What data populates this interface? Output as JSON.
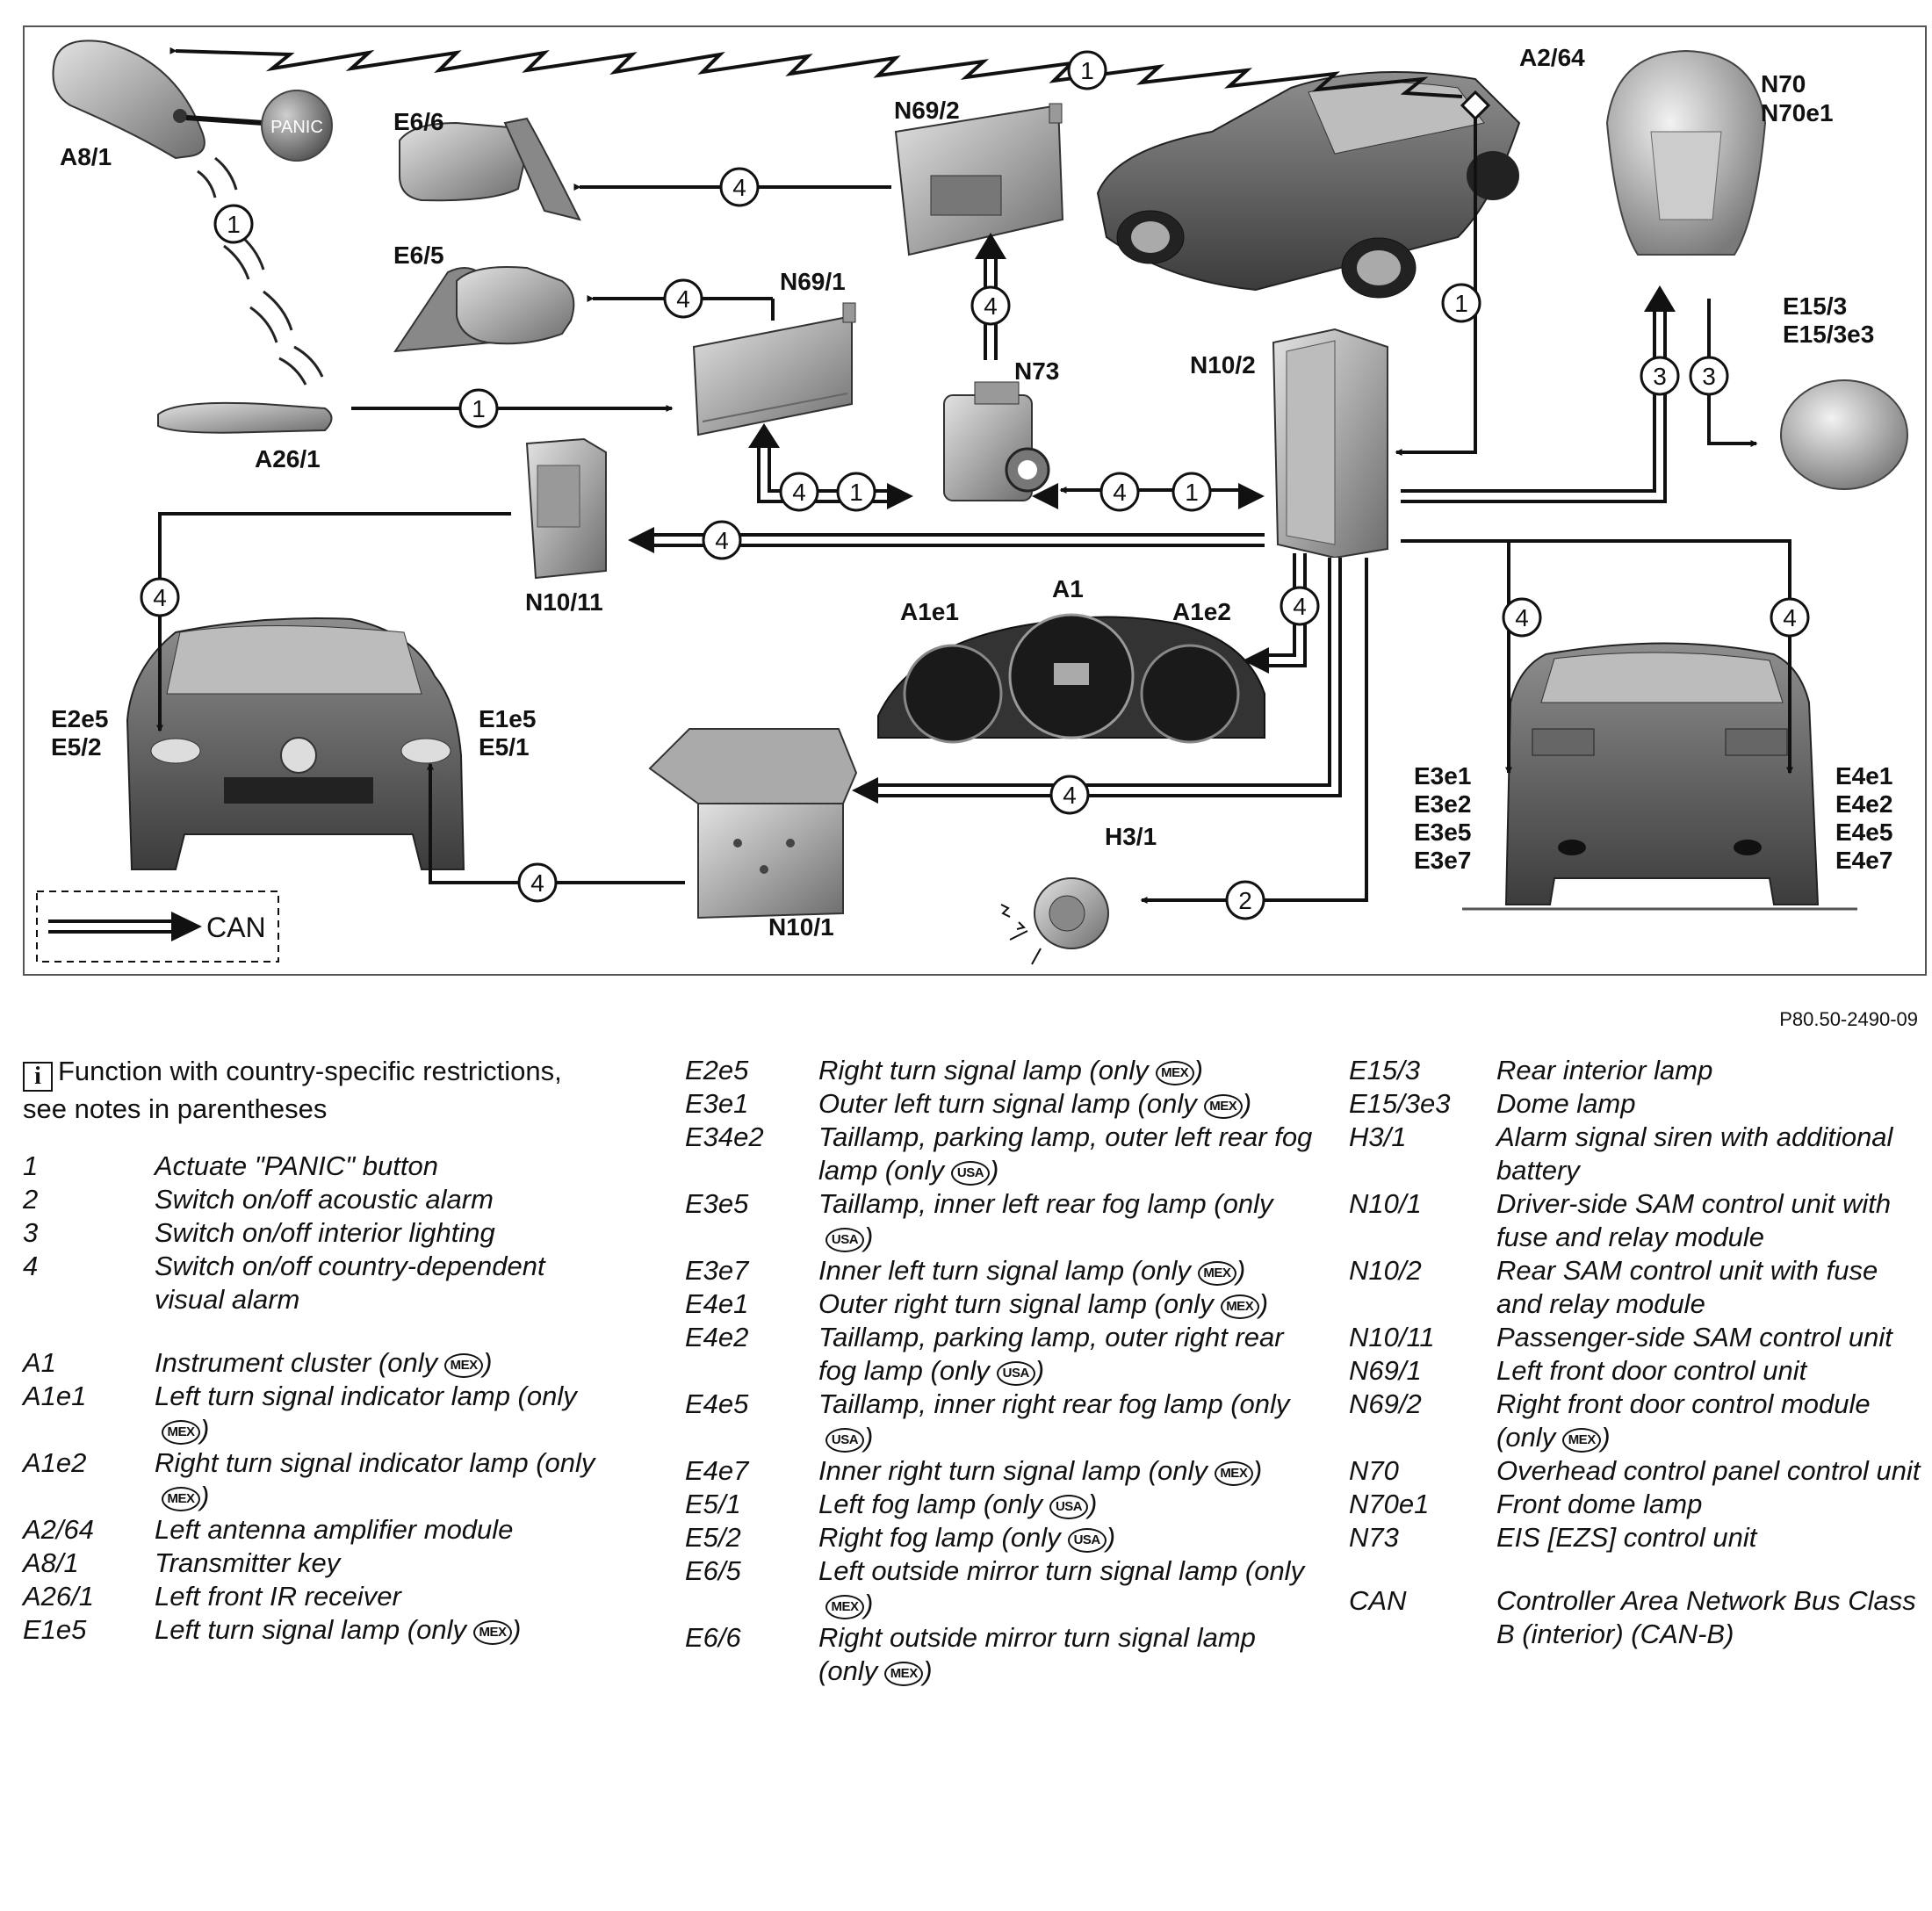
{
  "figure_id": "P80.50-2490-09",
  "labels": {
    "a8_1": "A8/1",
    "panic": "PANIC",
    "e6_6": "E6/6",
    "e6_5": "E6/5",
    "n69_2": "N69/2",
    "n69_1": "N69/1",
    "a2_64": "A2/64",
    "n70": "N70",
    "n70e1": "N70e1",
    "e15_3": "E15/3",
    "e15_3e3": "E15/3e3",
    "n73": "N73",
    "n10_2": "N10/2",
    "a26_1": "A26/1",
    "n10_11": "N10/11",
    "a1": "A1",
    "a1e1": "A1e1",
    "a1e2": "A1e2",
    "e2e5": "E2e5",
    "e5_2": "E5/2",
    "e1e5": "E1e5",
    "e5_1": "E5/1",
    "e3e1": "E3e1",
    "e3e2": "E3e2",
    "e3e5": "E3e5",
    "e3e7": "E3e7",
    "e4e1": "E4e1",
    "e4e2": "E4e2",
    "e4e5": "E4e5",
    "e4e7": "E4e7",
    "h3_1": "H3/1",
    "n10_1": "N10/1",
    "can": "CAN"
  },
  "markers": {
    "one": "1",
    "two": "2",
    "three": "3",
    "four": "4"
  },
  "legend": {
    "info": "Function with country-specific restrictions, see notes in parentheses",
    "functions": [
      {
        "key": "1",
        "text": "Actuate \"PANIC\" button"
      },
      {
        "key": "2",
        "text": "Switch on/off acoustic alarm"
      },
      {
        "key": "3",
        "text": "Switch on/off interior lighting"
      },
      {
        "key": "4",
        "text": "Switch on/off country-dependent visual alarm"
      }
    ],
    "col1": [
      {
        "key": "A1",
        "text": "Instrument cluster (only",
        "badge": "MEX",
        "close": ")"
      },
      {
        "key": "A1e1",
        "text": "Left turn signal indicator lamp (only",
        "badge": "MEX",
        "close": ")"
      },
      {
        "key": "A1e2",
        "text": "Right turn signal indicator lamp (only",
        "badge": "MEX",
        "close": ")"
      },
      {
        "key": "A2/64",
        "text": "Left antenna amplifier module",
        "badge": "",
        "close": ""
      },
      {
        "key": "A8/1",
        "text": "Transmitter key",
        "badge": "",
        "close": ""
      },
      {
        "key": "A26/1",
        "text": "Left front IR receiver",
        "badge": "",
        "close": ""
      },
      {
        "key": "E1e5",
        "text": "Left turn signal lamp (only",
        "badge": "MEX",
        "close": ")"
      }
    ],
    "col2": [
      {
        "key": "E2e5",
        "text": "Right turn signal lamp (only",
        "badge": "MEX",
        "close": ")"
      },
      {
        "key": "E3e1",
        "text": "Outer left turn signal lamp (only",
        "badge": "MEX",
        "close": ")"
      },
      {
        "key": "E34e2",
        "text": "Taillamp, parking lamp, outer left rear fog lamp (only",
        "badge": "USA",
        "close": ")"
      },
      {
        "key": "E3e5",
        "text": "Taillamp, inner left rear fog lamp (only",
        "badge": "USA",
        "close": ")"
      },
      {
        "key": "E3e7",
        "text": "Inner left turn signal lamp (only",
        "badge": "MEX",
        "close": ")"
      },
      {
        "key": "E4e1",
        "text": "Outer right turn signal lamp (only",
        "badge": "MEX",
        "close": ")"
      },
      {
        "key": "E4e2",
        "text": "Taillamp, parking lamp, outer right rear fog lamp (only",
        "badge": "USA",
        "close": ")"
      },
      {
        "key": "E4e5",
        "text": "Taillamp, inner right rear fog lamp (only",
        "badge": "USA",
        "close": ")"
      },
      {
        "key": "E4e7",
        "text": "Inner right turn signal lamp (only",
        "badge": "MEX",
        "close": ")"
      },
      {
        "key": "E5/1",
        "text": "Left fog lamp (only",
        "badge": "USA",
        "close": ")"
      },
      {
        "key": "E5/2",
        "text": "Right fog lamp (only",
        "badge": "USA",
        "close": ")"
      },
      {
        "key": "E6/5",
        "text": "Left outside mirror turn signal lamp (only",
        "badge": "MEX",
        "close": ")"
      },
      {
        "key": "E6/6",
        "text": "Right outside mirror turn signal lamp (only",
        "badge": "MEX",
        "close": ")"
      }
    ],
    "col3": [
      {
        "key": "E15/3",
        "text": "Rear interior lamp",
        "badge": "",
        "close": ""
      },
      {
        "key": "E15/3e3",
        "text": "Dome lamp",
        "badge": "",
        "close": ""
      },
      {
        "key": "H3/1",
        "text": "Alarm signal siren with additional battery",
        "badge": "",
        "close": ""
      },
      {
        "key": "N10/1",
        "text": "Driver-side SAM control unit with fuse and relay module",
        "badge": "",
        "close": ""
      },
      {
        "key": "N10/2",
        "text": "Rear SAM control unit with fuse and relay module",
        "badge": "",
        "close": ""
      },
      {
        "key": "N10/11",
        "text": "Passenger-side SAM control unit",
        "badge": "",
        "close": ""
      },
      {
        "key": "N69/1",
        "text": "Left front door control unit",
        "badge": "",
        "close": ""
      },
      {
        "key": "N69/2",
        "text": "Right front door control module (only",
        "badge": "MEX",
        "close": ")"
      },
      {
        "key": "N70",
        "text": "Overhead control panel control unit",
        "badge": "",
        "close": ""
      },
      {
        "key": "N70e1",
        "text": "Front dome lamp",
        "badge": "",
        "close": ""
      },
      {
        "key": "N73",
        "text": "EIS [EZS] control unit",
        "badge": "",
        "close": ""
      }
    ],
    "can": {
      "key": "CAN",
      "text": "Controller Area Network Bus Class B (interior) (CAN-B)"
    }
  }
}
